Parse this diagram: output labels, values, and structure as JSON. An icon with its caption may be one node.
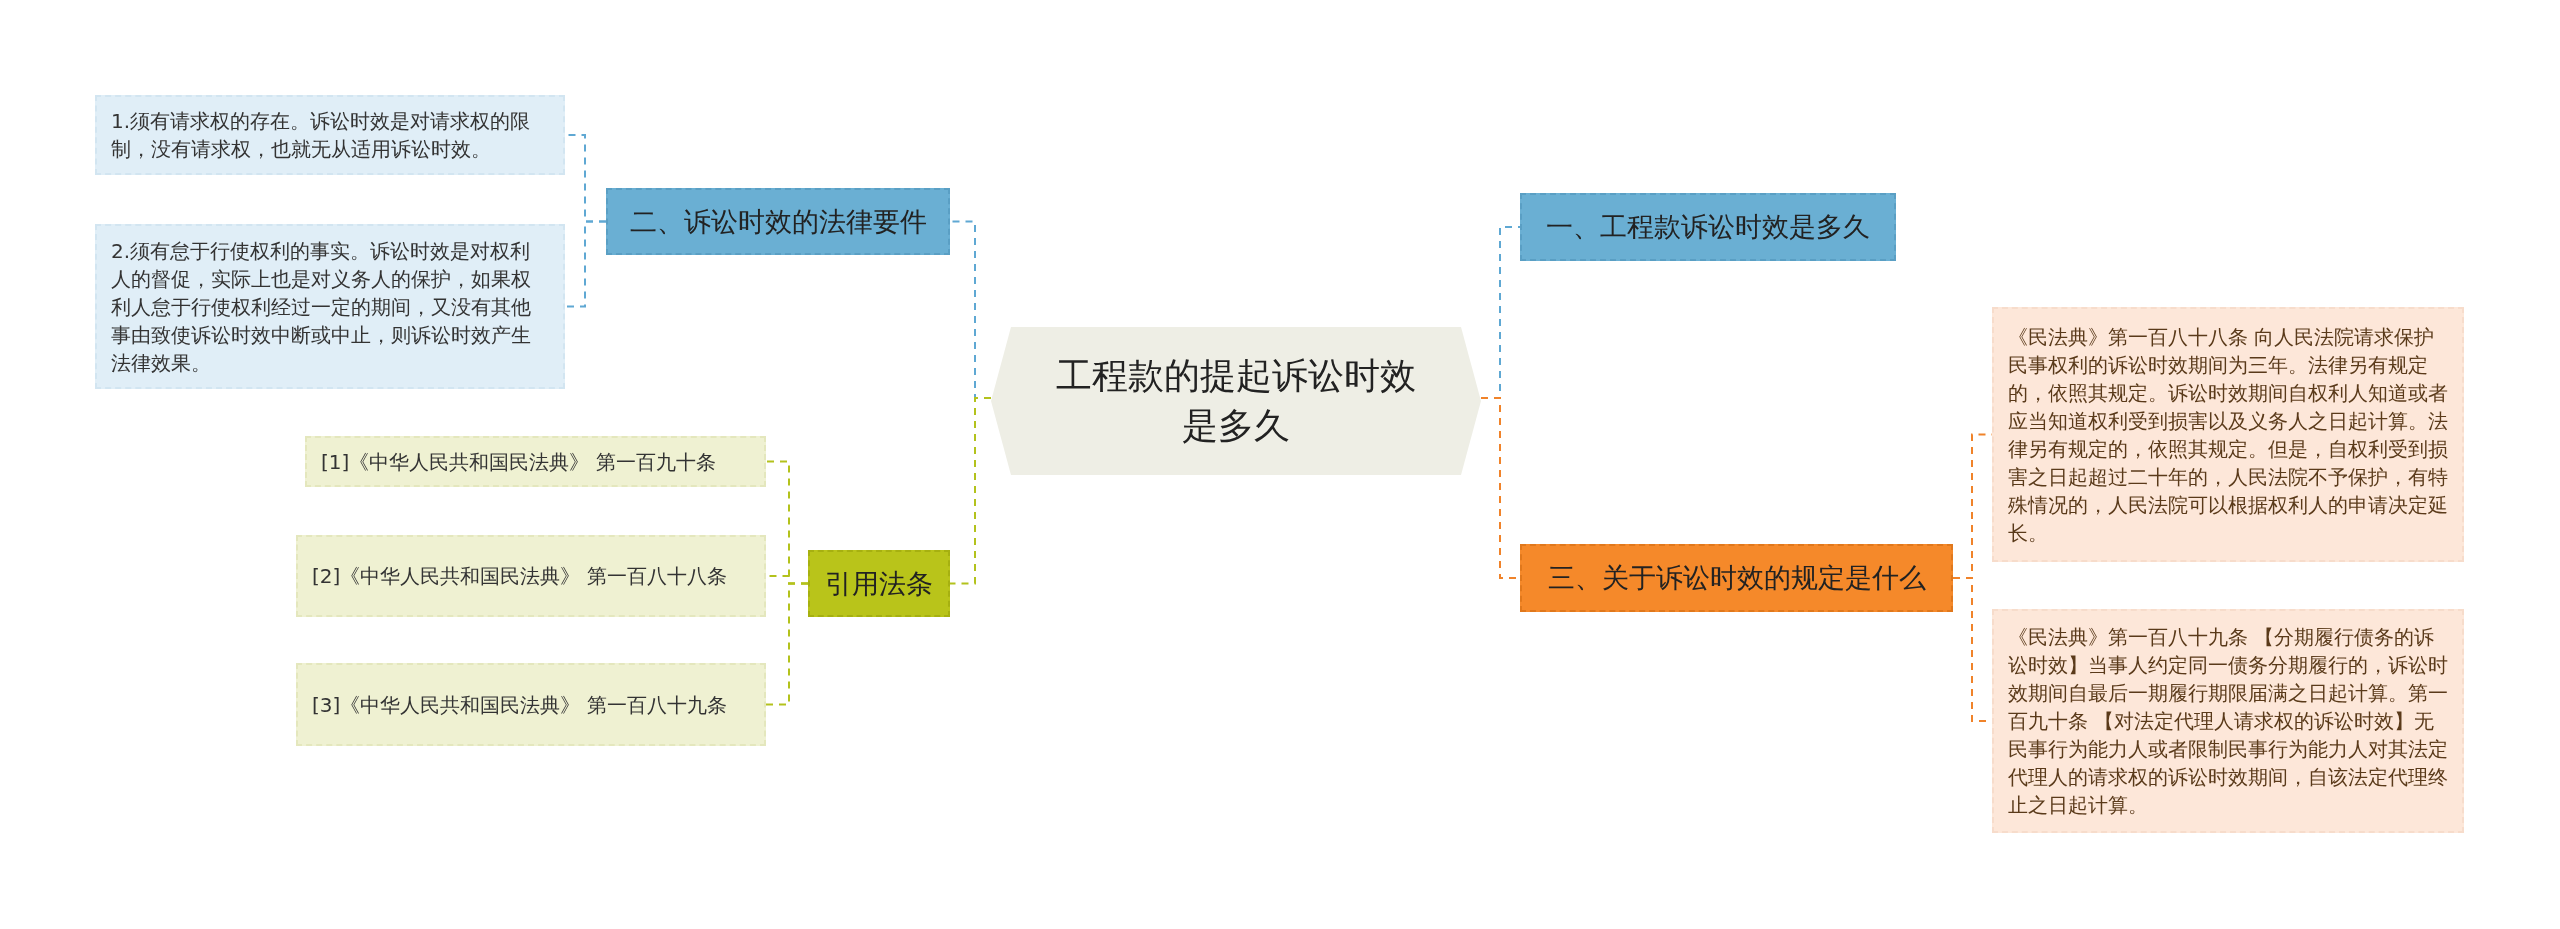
{
  "diagram": {
    "nodes": [
      {
        "text": [
          "工程款的提起诉讼时效是多久"
        ]
      },
      {
        "text": [
          "一、工程款诉讼时效是多久"
        ]
      },
      {
        "text": [
          "三、关于诉讼时效的规定是什么"
        ]
      },
      {
        "text": [
          "《民法典》第一百八十八条 向人民法院请求保护民事权利的诉讼时效期间为三年。法律另有规定的，依照其规定。诉讼时效期间自权利人知道或者应当知道权利受到损害以及义务人之日起计算。法律另有规定的，依照其规定。但是，自权利受到损害之日起超过二十年的，人民法院不予保护，有特殊情况的，人民法院可以根据权利人的申请决定延长。"
        ]
      },
      {
        "text": [
          "《民法典》第一百八十九条 【分期履行债务的诉讼时效】当事人约定同一债务分期履行的，诉讼时效期间自最后一期履行期限届满之日起计算。第一百九十条 【对法定代理人请求权的诉讼时效】无民事行为能力人或者限制民事行为能力人对其法定代理人的请求权的诉讼时效期间，自该法定代理终止之日起计算。"
        ]
      },
      {
        "text": [
          "二、诉讼时效的法律要件"
        ]
      },
      {
        "text": [
          "1.须有请求权的存在。诉讼时效是对请求权的限制，没有请求权，也就无从适用诉讼时效。"
        ]
      },
      {
        "text": [
          "2.须有怠于行使权利的事实。诉讼时效是对权利人的督促，实际上也是对义务人的保护，如果权利人怠于行使权利经过一定的期间，又没有其他事由致使诉讼时效中断或中止，则诉讼时效产生法律效果。"
        ]
      },
      {
        "text": [
          "引用法条"
        ]
      },
      {
        "text": [
          "[1]《中华人民共和国民法典》 第一百九十条"
        ]
      },
      {
        "text": [
          "[2]《中华人民共和国民法典》 第一百八十八条"
        ]
      },
      {
        "text": [
          "[3]《中华人民共和国民法典》 第一百八十九条"
        ]
      }
    ],
    "edges": [
      {
        "from": 0,
        "to": 1,
        "arrow": "none",
        "style": "dashed",
        "color": "#5fa8d3"
      },
      {
        "from": 0,
        "to": 2,
        "arrow": "none",
        "style": "dashed",
        "color": "#f0832a"
      },
      {
        "from": 2,
        "to": 3,
        "arrow": "none",
        "style": "dashed",
        "color": "#f0832a"
      },
      {
        "from": 2,
        "to": 4,
        "arrow": "none",
        "style": "dashed",
        "color": "#f0832a"
      },
      {
        "from": 0,
        "to": 5,
        "arrow": "none",
        "style": "dashed",
        "color": "#5fa8d3"
      },
      {
        "from": 5,
        "to": 6,
        "arrow": "none",
        "style": "dashed",
        "color": "#5fa8d3"
      },
      {
        "from": 5,
        "to": 7,
        "arrow": "none",
        "style": "dashed",
        "color": "#5fa8d3"
      },
      {
        "from": 0,
        "to": 8,
        "arrow": "none",
        "style": "dashed",
        "color": "#b3c21c"
      },
      {
        "from": 8,
        "to": 9,
        "arrow": "none",
        "style": "dashed",
        "color": "#b3c21c"
      },
      {
        "from": 8,
        "to": 10,
        "arrow": "none",
        "style": "dashed",
        "color": "#b3c21c"
      },
      {
        "from": 8,
        "to": 11,
        "arrow": "none",
        "style": "dashed",
        "color": "#b3c21c"
      }
    ]
  }
}
